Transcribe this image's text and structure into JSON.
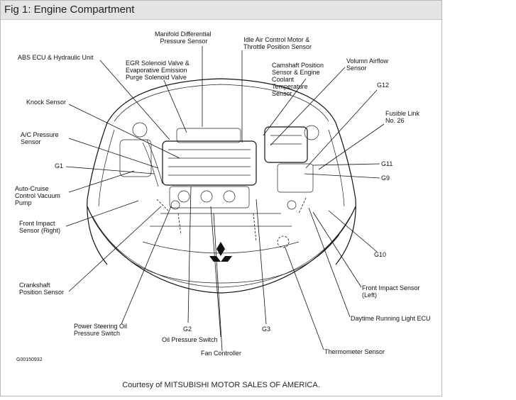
{
  "figure": {
    "title": "Fig 1: Engine Compartment",
    "code": "G00150932",
    "credit": "Courtesy of MITSUBISHI MOTOR SALES OF AMERICA."
  },
  "labels": {
    "manifold_diff": [
      "Manifold Differential",
      "Pressure Sensor"
    ],
    "idle_air": [
      "Idle Air Control Motor &",
      "Throttle Position Sensor"
    ],
    "abs": [
      "ABS ECU & Hydraulic Unit"
    ],
    "egr": [
      "EGR Solenoid Valve &",
      "Evaporative Emission",
      "Purge Solenoid Valve"
    ],
    "camshaft": [
      "Camshaft Position",
      "Sensor & Engine",
      "Coolant",
      "Temperature",
      "Sensor"
    ],
    "airflow": [
      "Volumn Airflow",
      "Sensor"
    ],
    "g12": [
      "G12"
    ],
    "knock": [
      "Knock Sensor"
    ],
    "fusible": [
      "Fusible Link",
      "No. 26"
    ],
    "ac_pressure": [
      "A/C Pressure",
      "Sensor"
    ],
    "g1": [
      "G1"
    ],
    "g11": [
      "G11"
    ],
    "g9": [
      "G9"
    ],
    "cruise": [
      "Auto-Cruise",
      "Control Vacuum",
      "Pump"
    ],
    "front_right": [
      "Front Impact",
      "Sensor (Right)"
    ],
    "g10": [
      "G10"
    ],
    "crankshaft": [
      "Crankshaft",
      "Position Sensor"
    ],
    "front_left": [
      "Front Impact Sensor",
      "(Left)"
    ],
    "daytime": [
      "Daytime Running Light ECU"
    ],
    "power_steering": [
      "Power Steering Oil",
      "Pressure Switch"
    ],
    "g2": [
      "G2"
    ],
    "g3": [
      "G3"
    ],
    "oil_pressure": [
      "Oil Pressure Switch"
    ],
    "thermometer": [
      "Thermometer Sensor"
    ],
    "fan": [
      "Fan Controller"
    ]
  }
}
